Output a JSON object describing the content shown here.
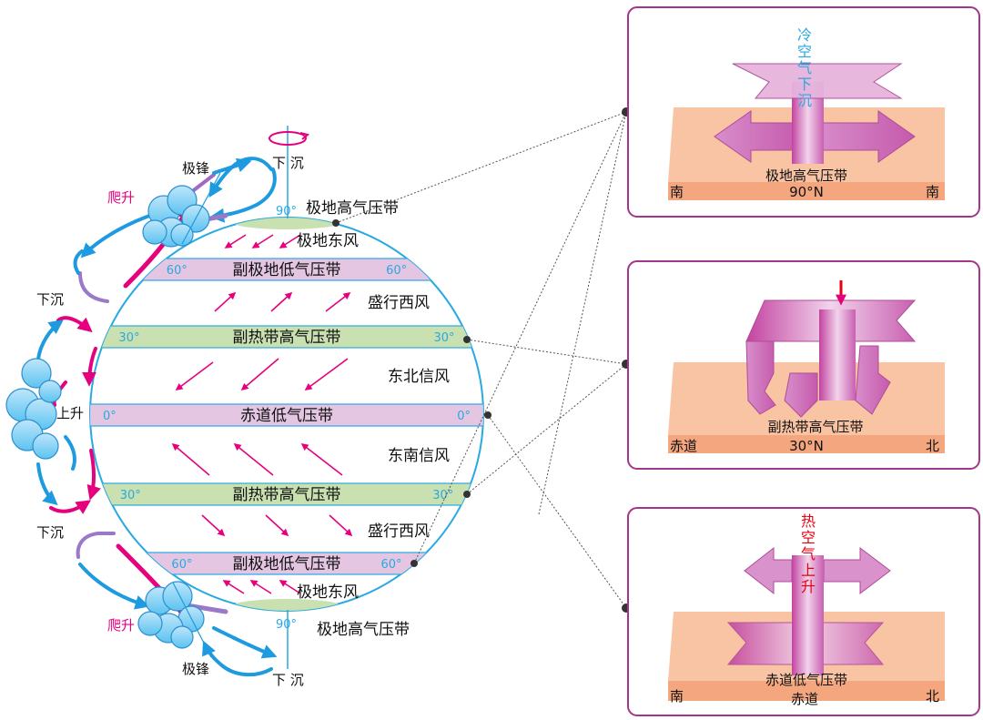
{
  "globe": {
    "top_pole_degree": "90°",
    "bottom_pole_degree": "90°",
    "top_pole_label": "极地高气压带",
    "bottom_pole_label": "极地高气压带",
    "bands": [
      {
        "name": "副极地低气压带",
        "left_degree": "60°",
        "right_degree": "60°",
        "kind": "low"
      },
      {
        "name": "副热带高气压带",
        "left_degree": "30°",
        "right_degree": "30°",
        "kind": "high"
      },
      {
        "name": "赤道低气压带",
        "left_degree": "0°",
        "right_degree": "0°",
        "kind": "low"
      },
      {
        "name": "副热带高气压带",
        "left_degree": "30°",
        "right_degree": "30°",
        "kind": "high"
      },
      {
        "name": "副极地低气压带",
        "left_degree": "60°",
        "right_degree": "60°",
        "kind": "low"
      }
    ],
    "winds": [
      "极地东风",
      "盛行西风",
      "东北信风",
      "东南信风",
      "盛行西风",
      "极地东风"
    ],
    "circulation_labels": {
      "top_sink": "下 沉",
      "bottom_sink": "下 沉",
      "front_top": "极锋",
      "front_bottom": "极锋",
      "climb_top": "爬升",
      "climb_bottom": "爬升",
      "left_sink_top": "下沉",
      "left_sink_bottom": "下沉",
      "left_rise": "上升"
    }
  },
  "panels": [
    {
      "name": "极地高气压带",
      "sub": "90°N",
      "left": "南",
      "right": "南",
      "vertical": "冷空气下沉",
      "vertical_color": "#29a9e1"
    },
    {
      "name": "副热带高气压带",
      "sub": "30°N",
      "left": "赤道",
      "right": "北",
      "vertical": "",
      "vertical_color": "#e60012"
    },
    {
      "name": "赤道低气压带",
      "sub": "赤道",
      "left": "南",
      "right": "北",
      "vertical": "热空气上升",
      "vertical_color": "#e60012"
    }
  ],
  "colors": {
    "low_band": "#e4c6e3",
    "high_band": "#c9e0b0",
    "globe_stroke": "#29a9e1",
    "wind_arrow": "#e6007e",
    "circulation": "#1e9be0",
    "panel_border": "#a4358c",
    "ground": "#f9c4a4",
    "ground_edge": "#f4a77e",
    "block": "#d07bbf"
  }
}
